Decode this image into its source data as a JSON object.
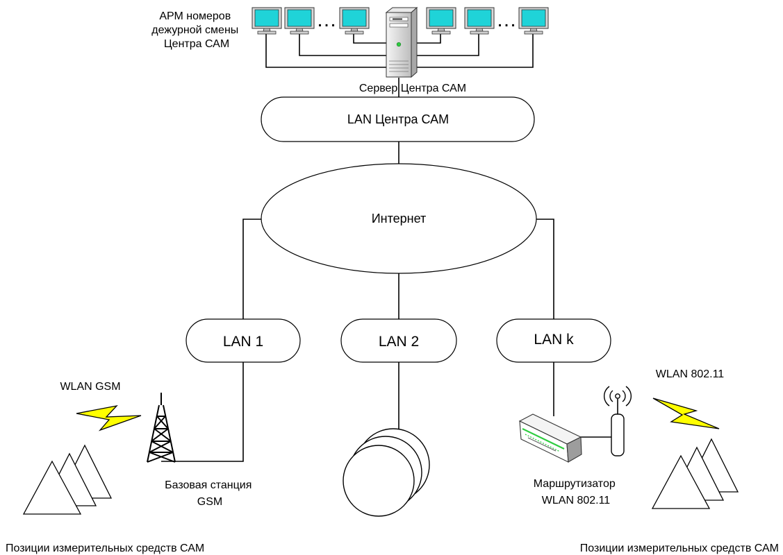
{
  "workstations_label": [
    "АРМ номеров",
    "дежурной смены",
    "Центра САМ"
  ],
  "ellipsis": "…",
  "server_label": "Сервер Центра САМ",
  "lan_center_label": "LAN Центра САМ",
  "internet_label": "Интернет",
  "lan_nodes": [
    "LAN 1",
    "LAN 2",
    "LAN k"
  ],
  "wlan_gsm_label": "WLAN GSM",
  "wlan_80211_label": "WLAN 802.11",
  "base_station_label": [
    "Базовая станция",
    "GSM"
  ],
  "router_label": [
    "Маршрутизатор",
    "WLAN 802.11"
  ],
  "positions_left_label": "Позиции измерительных средств САМ",
  "positions_right_label": "Позиции измерительных средств САМ",
  "colors": {
    "monitor_screen": "#1fd3d8",
    "lightning": "#ffff00",
    "led": "#2ecc40"
  }
}
